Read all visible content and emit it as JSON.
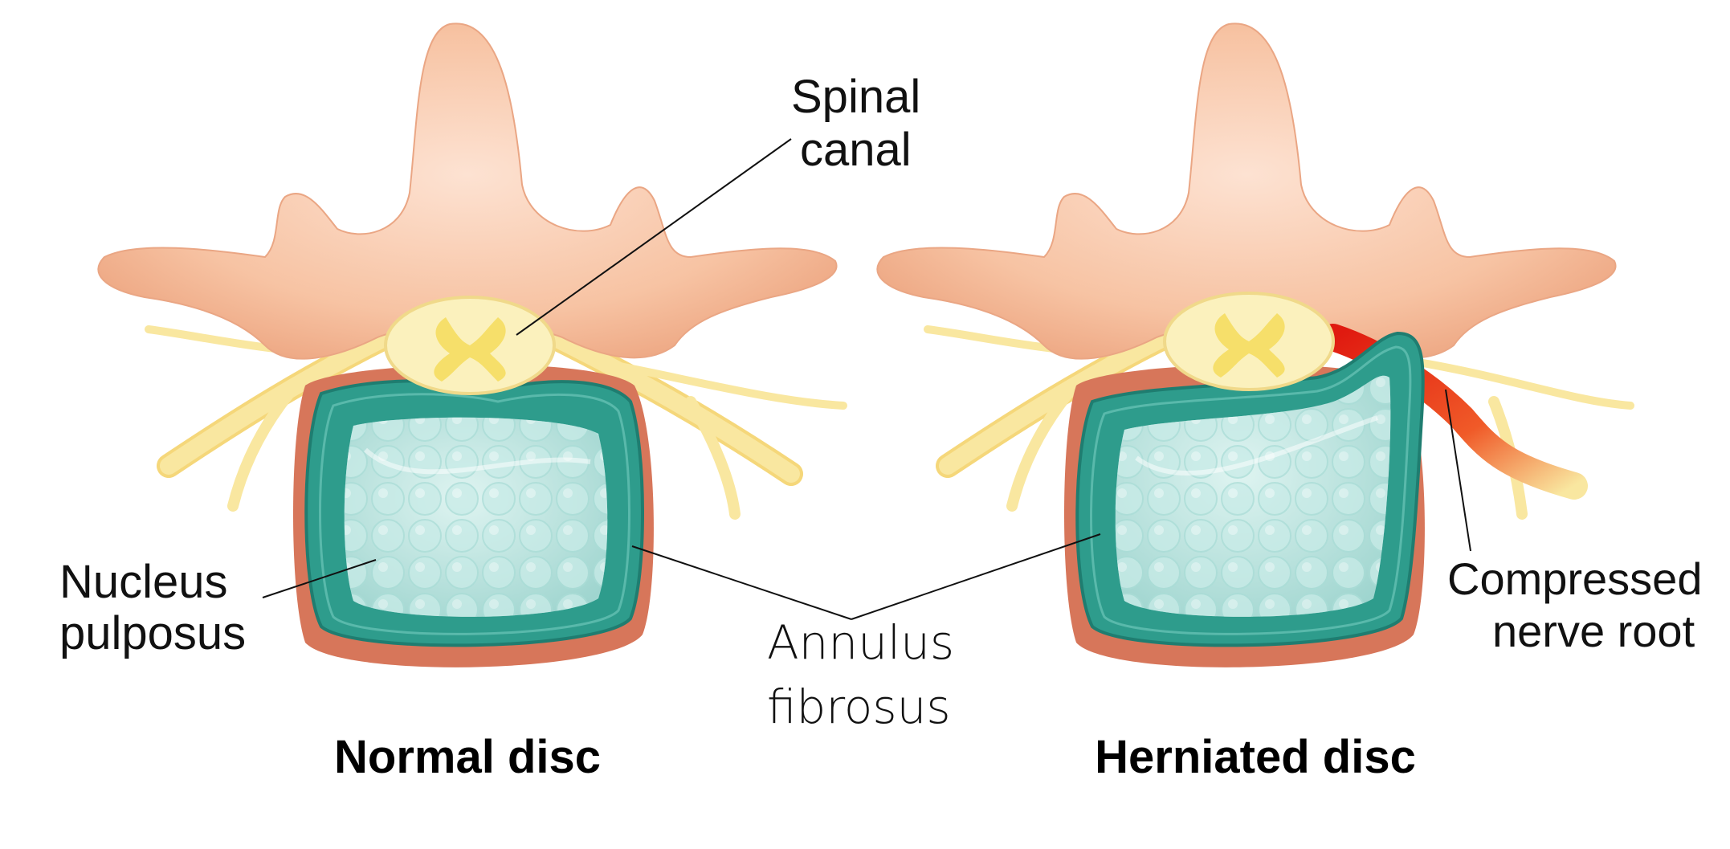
{
  "labels": {
    "spinal_canal_line1": "Spinal",
    "spinal_canal_line2": "canal",
    "nucleus_line1": "Nucleus",
    "nucleus_line2": "pulposus",
    "annulus_line1": "Annulus",
    "annulus_line2": "fibrosus",
    "nerve_line1": "Compressed",
    "nerve_line2": "nerve root"
  },
  "titles": {
    "normal": "Normal disc",
    "herniated": "Herniated disc"
  },
  "colors": {
    "bone": "#f7c3a3",
    "bone_shadow": "#e9a07d",
    "vertebral_body": "#d7765a",
    "annulus": "#2e9c8c",
    "annulus_dark": "#1f7d70",
    "nucleus": "#bfe6e2",
    "nerve": "#f9e7a0",
    "spinal_cord": "#fbf1bd",
    "grey_matter": "#f6df6a",
    "compressed_nerve": "#e8301e"
  }
}
